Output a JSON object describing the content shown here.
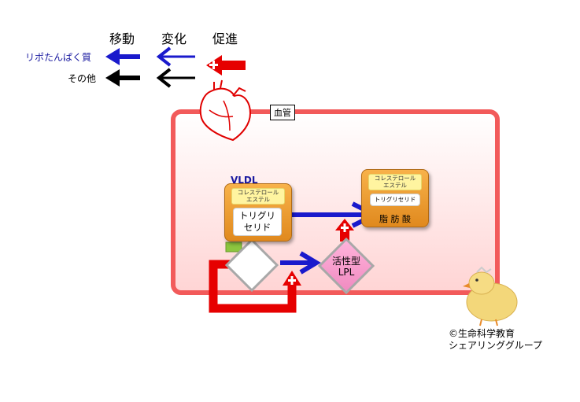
{
  "legend": {
    "headers": [
      "移動",
      "変化",
      "促進"
    ],
    "rows": [
      {
        "label": "リポたんぱく質",
        "color": "#1a1acc"
      },
      {
        "label": "その他",
        "color": "#000000"
      }
    ],
    "promote_color": "#e60000"
  },
  "vessel": {
    "label": "血管",
    "border_color": "#f25a5a"
  },
  "vldl": {
    "title": "VLDL",
    "cholesterol_ester": "コレステロール\nエステル",
    "triglyceride": "トリグリ\nセリド"
  },
  "product": {
    "cholesterol_ester": "コレステロール\nエステル",
    "triglyceride": "トリグリセリド",
    "fatty_acid": "脂 肪 酸"
  },
  "enzyme": {
    "name": "活性型\nLPL"
  },
  "credit": {
    "line1": "©生命科学教育",
    "line2": "シェアリンググループ"
  },
  "icons": [
    "heart-icon",
    "chick-icon",
    "plus-icon"
  ]
}
